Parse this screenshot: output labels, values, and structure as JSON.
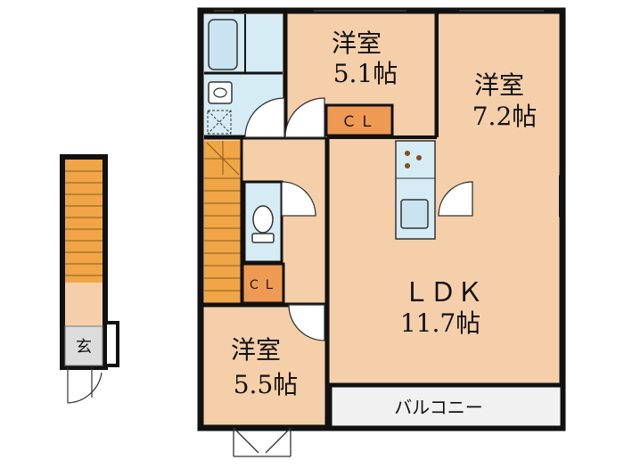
{
  "rooms": {
    "western_1": {
      "name": "洋室",
      "size": "5.1帖"
    },
    "western_2": {
      "name": "洋室",
      "size": "7.2帖"
    },
    "western_3": {
      "name": "洋室",
      "size": "5.5帖"
    },
    "ldk": {
      "name": "ＬＤＫ",
      "size": "11.7帖"
    }
  },
  "closets": {
    "label": "ＣＬ",
    "small_label": "ＣＬ"
  },
  "balcony": "バルコニー",
  "entrance": "玄",
  "colors": {
    "room_fill": "#f5cfa9",
    "closet_fill": "#ef9a52",
    "stair_fill": "#f0a547",
    "wet_fill": "#d5ecf5",
    "wall": "#111111",
    "balcony_fill": "#f1f1f1",
    "entrance_fill": "#dcdcdc"
  }
}
